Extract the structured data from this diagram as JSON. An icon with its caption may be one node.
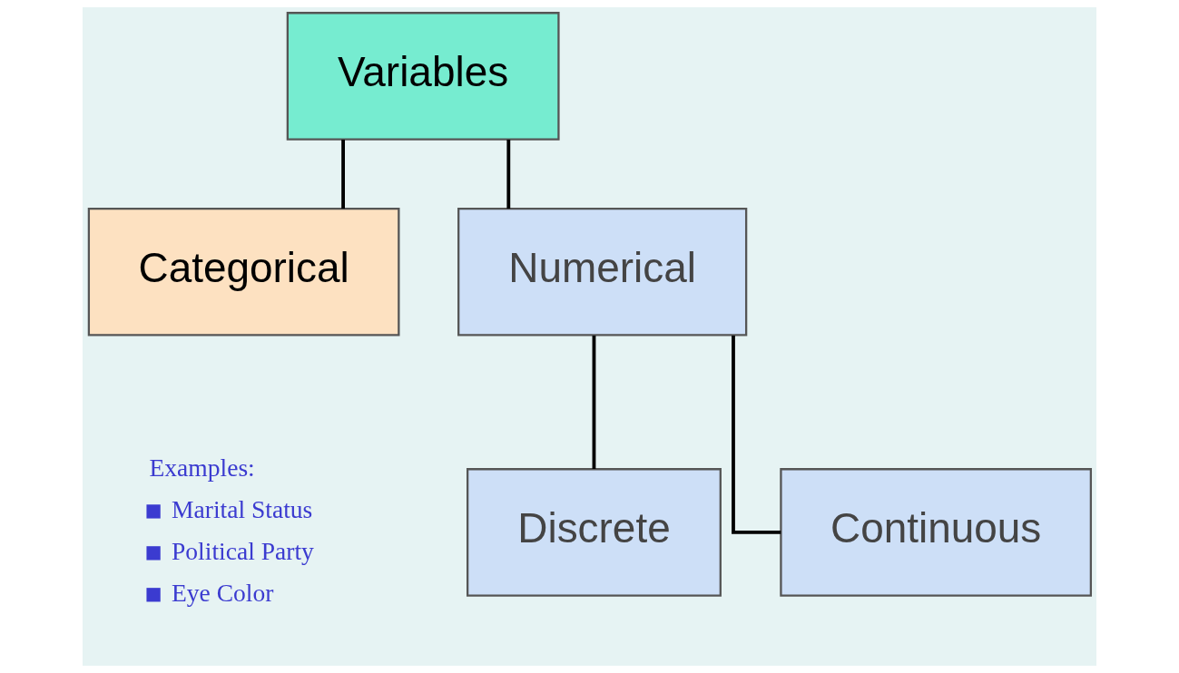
{
  "diagram": {
    "nodes": [
      {
        "text": [
          "Variables"
        ]
      },
      {
        "text": [
          "Categorical"
        ]
      },
      {
        "text": [
          "Numerical"
        ]
      },
      {
        "text": [
          "Discrete"
        ]
      },
      {
        "text": [
          "Continuous"
        ]
      }
    ],
    "edges": [
      {
        "from": 0,
        "to": 1,
        "arrow": "none"
      },
      {
        "from": 0,
        "to": 2,
        "arrow": "none"
      },
      {
        "from": 2,
        "to": 3,
        "arrow": "none"
      },
      {
        "from": 2,
        "to": 4,
        "arrow": "none"
      }
    ],
    "labels": [
      "Examples:",
      "Marital Status",
      "Political Party",
      "Eye Color"
    ]
  }
}
